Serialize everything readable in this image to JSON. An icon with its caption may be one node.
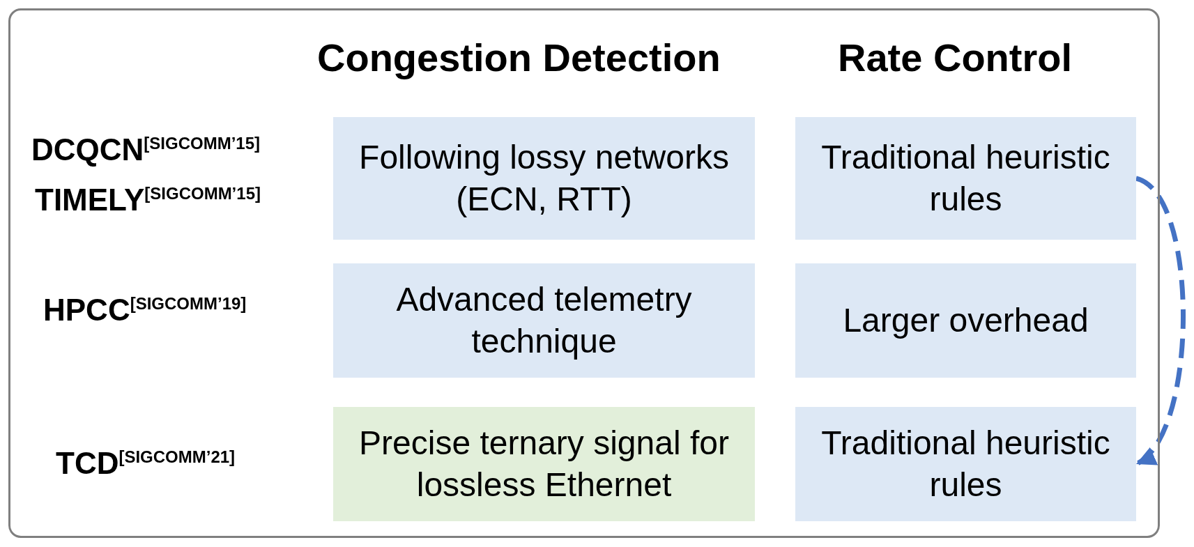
{
  "diagram": {
    "nodes": [
      {
        "text": [
          "Following lossy networks (ECN, RTT)"
        ]
      },
      {
        "text": [
          "Traditional heuristic rules"
        ]
      },
      {
        "text": [
          "Advanced telemetry technique"
        ]
      },
      {
        "text": [
          "Larger overhead"
        ]
      },
      {
        "text": [
          "Precise ternary signal for lossless Ethernet"
        ]
      },
      {
        "text": [
          "Traditional heuristic rules"
        ]
      }
    ],
    "edges": [
      {
        "from": 1,
        "to": 5,
        "arrow": "to",
        "style": "dashed",
        "color": "#4472c4"
      }
    ],
    "labels": [
      "Congestion Detection",
      "Rate Control",
      "DCQCN$^{[SIGCOMM’15]}$",
      "TIMELY$^{[SIGCOMM’15]}$",
      "HPCC$^{[SIGCOMM’19]}$",
      "TCD$^{[SIGCOMM’21]}$"
    ]
  }
}
